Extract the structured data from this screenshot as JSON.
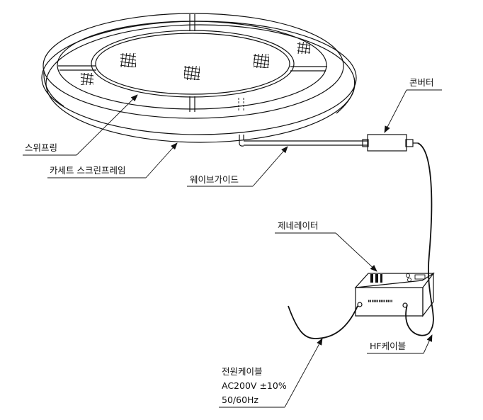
{
  "labels": {
    "spring": "스위프링",
    "cassette_frame": "카세트 스크린프레임",
    "waveguide": "웨이브가이드",
    "converter": "콘버터",
    "generator": "제네레이터",
    "hf_cable": "HF케이블",
    "power_cable_title": "전원케이블",
    "power_cable_voltage": "AC200V ±10%",
    "power_cable_freq": "50/60Hz"
  }
}
